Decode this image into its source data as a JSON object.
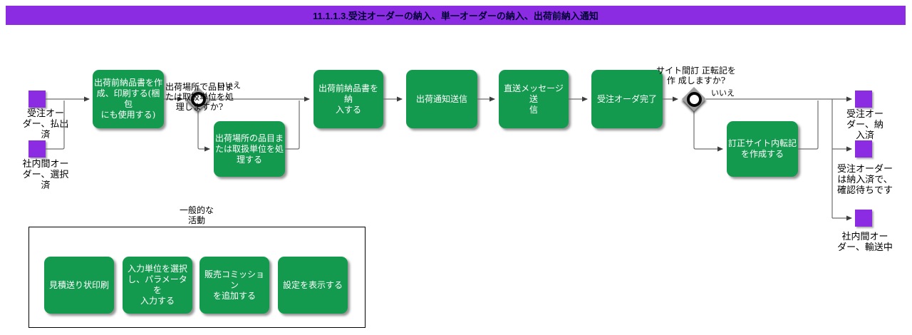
{
  "title": "11.1.1.3.受注オーダーの納入、単一オーダーの納入、出荷前納入通知",
  "colors": {
    "banner": "#8b2be2",
    "activity_green": "#149a4f",
    "event_purple": "#8b2be2",
    "connector_gray": "#6e6e6e"
  },
  "flow": {
    "start_events": [
      {
        "label": "受注オー\nダー、払出\n済"
      },
      {
        "label": "社内間オー\nダー、選択\n済"
      }
    ],
    "activities": {
      "create_print_note": "出荷前納品書を作\n成、印刷する(梱包\nにも使用する)",
      "process_location_items": "出荷場所の品目ま\nたは取扱単位を処\n理する",
      "enter_note": "出荷前納品書を納\n入する",
      "send_ship_notice": "出荷通知送信",
      "send_direct_msg": "直送メッセージ送\n信",
      "complete_order": "受注オーダ完了",
      "create_correction": "訂正サイト内転記\nを作成する"
    },
    "gateways": {
      "g1": {
        "question": "出荷場所で品目ま\nたは取扱単位を処\n理しますか?",
        "no": "いいえ"
      },
      "g2": {
        "question": "サイト間訂 正転記を\n作 成しますか?",
        "no": "いいえ"
      }
    },
    "end_events": [
      {
        "label": "受注オー\nダー、納\n入済"
      },
      {
        "label": "受注オーダー\nは納入済で、\n確認待ちです"
      },
      {
        "label": "社内間オー\nダー、輸送中"
      }
    ]
  },
  "group": {
    "label": "一般的な\n活動",
    "activities": [
      "見積送り状印刷",
      "入力単位を選択\nし、パラメータを\n入力する",
      "販売コミッション\nを追加する",
      "設定を表示する"
    ]
  }
}
